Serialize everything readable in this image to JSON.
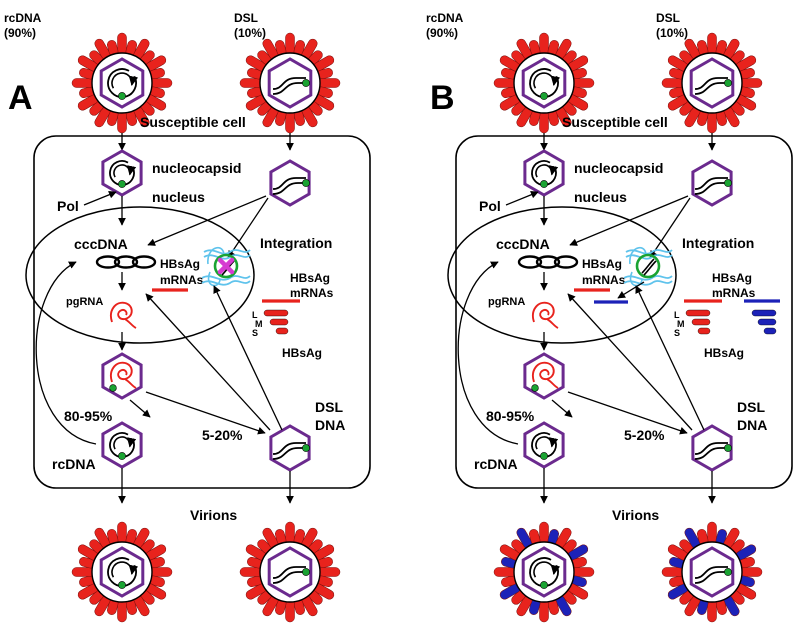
{
  "colors": {
    "spike_red": "#e8231d",
    "spike_blue": "#1c22b8",
    "capsid": "#6b2a8e",
    "green_dot": "#1aa332",
    "pgRNA": "#e8231d",
    "integration_dna": "#5fc3ec",
    "integration_ring": "#1aa332",
    "inactivation_mark": "#d63bd1",
    "ink": "#000000"
  },
  "icons": {
    "virion": "spiked-virion-icon",
    "nucleocapsid": "hexagon-capsid-icon",
    "rcDNA": "relaxed-circular-dna-icon",
    "dslDNA": "double-stranded-linear-dna-icon",
    "cccDNA": "covalently-closed-circular-dna-icon",
    "pgRNA": "pregenomic-rna-icon",
    "polymerase": "green-dot-icon",
    "integration": "integrated-dna-icon",
    "hbsag": "hbsag-protein-bars-icon"
  },
  "panels": [
    {
      "letter": "A",
      "virion_top_left_label_1": "rcDNA",
      "virion_top_left_label_2": "(90%)",
      "virion_top_right_label_1": "DSL",
      "virion_top_right_label_2": "(10%)",
      "cell_label": "Susceptible cell",
      "nucleocapsid_label": "nucleocapsid",
      "nucleus_label": "nucleus",
      "pol_label": "Pol",
      "cccdna_label": "cccDNA",
      "integration_label": "Integration",
      "hbsag_label": "HBsAg",
      "mrnas_label": "mRNAs",
      "hbsag_mrnas_label_1": "HBsAg",
      "hbsag_mrnas_label_2": "mRNAs",
      "pgrna_label": "pgRNA",
      "lms_l": "L",
      "lms_m": "M",
      "lms_s": "S",
      "hbsag_protein_label": "HBsAg",
      "pct_rc": "80-95%",
      "pct_dsl": "5-20%",
      "rcdna_label": "rcDNA",
      "dsl_label_1": "DSL",
      "dsl_label_2": "DNA",
      "virions_label": "Virions",
      "integrated_active": false,
      "mixed_envelope": false
    },
    {
      "letter": "B",
      "virion_top_left_label_1": "rcDNA",
      "virion_top_left_label_2": "(90%)",
      "virion_top_right_label_1": "DSL",
      "virion_top_right_label_2": "(10%)",
      "cell_label": "Susceptible cell",
      "nucleocapsid_label": "nucleocapsid",
      "nucleus_label": "nucleus",
      "pol_label": "Pol",
      "cccdna_label": "cccDNA",
      "integration_label": "Integration",
      "hbsag_label": "HBsAg",
      "mrnas_label": "mRNAs",
      "hbsag_mrnas_label_1": "HBsAg",
      "hbsag_mrnas_label_2": "mRNAs",
      "pgrna_label": "pgRNA",
      "lms_l": "L",
      "lms_m": "M",
      "lms_s": "S",
      "hbsag_protein_label": "HBsAg",
      "pct_rc": "80-95%",
      "pct_dsl": "5-20%",
      "rcdna_label": "rcDNA",
      "dsl_label_1": "DSL",
      "dsl_label_2": "DNA",
      "virions_label": "Virions",
      "integrated_active": true,
      "mixed_envelope": true
    }
  ]
}
